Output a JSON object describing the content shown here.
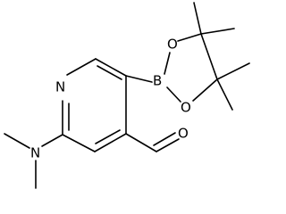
{
  "atoms": {
    "ring_nitrogen": "N",
    "dimethylamino_nitrogen": "N",
    "aldehyde_oxygen": "O",
    "boron": "B",
    "dioxaborolane_oxygen_upper": "O",
    "dioxaborolane_oxygen_lower": "O"
  }
}
